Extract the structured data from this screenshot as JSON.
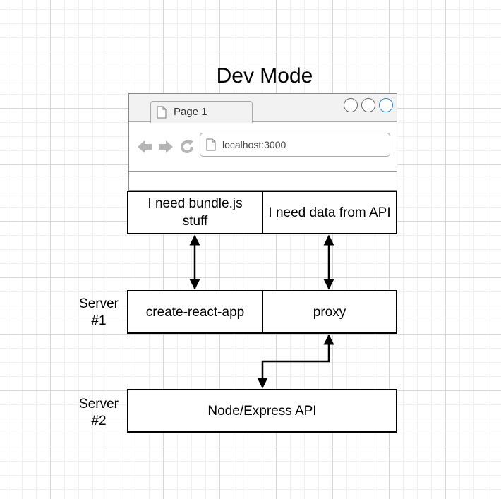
{
  "title": "Dev Mode",
  "browser": {
    "tab_label": "Page 1",
    "address": "localhost:3000",
    "icons": [
      "page-icon",
      "back-arrow-icon",
      "forward-arrow-icon",
      "reload-icon"
    ]
  },
  "nodes": {
    "bundle_request": "I need bundle.js stuff",
    "data_request": "I need data from API",
    "cra": "create-react-app",
    "proxy": "proxy",
    "api": "Node/Express API"
  },
  "labels": {
    "server1": "Server #1",
    "server2": "Server #2"
  },
  "edges": [
    {
      "from": "bundle_request",
      "to": "cra",
      "arrows": "both"
    },
    {
      "from": "data_request",
      "to": "proxy",
      "arrows": "both"
    },
    {
      "from": "proxy",
      "to": "api",
      "arrows": "both"
    }
  ],
  "colors": {
    "accent": "#2f86d6",
    "icon_gray": "#b5b5b5"
  }
}
